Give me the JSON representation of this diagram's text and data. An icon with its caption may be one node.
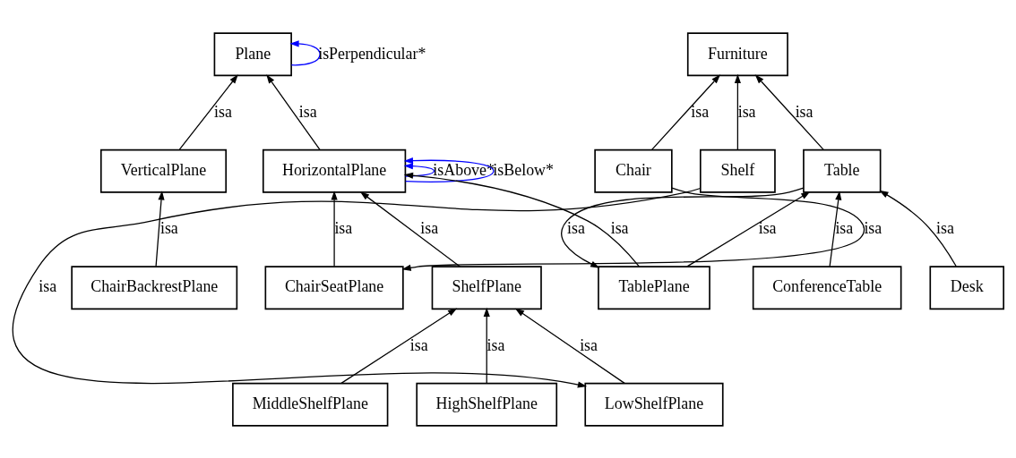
{
  "diagram": {
    "nodes": [
      {
        "text": [
          "Furniture"
        ]
      },
      {
        "text": [
          "Plane"
        ]
      },
      {
        "text": [
          "Shelf"
        ]
      },
      {
        "text": [
          "Table"
        ]
      },
      {
        "text": [
          "Chair"
        ]
      },
      {
        "text": [
          "HorizontalPlane"
        ]
      },
      {
        "text": [
          "VerticalPlane"
        ]
      },
      {
        "text": [
          "ConferenceTable"
        ]
      },
      {
        "text": [
          "Desk"
        ]
      },
      {
        "text": [
          "TablePlane"
        ]
      },
      {
        "text": [
          "ChairSeatPlane"
        ]
      },
      {
        "text": [
          "ShelfPlane"
        ]
      },
      {
        "text": [
          "ChairBackrestPlane"
        ]
      },
      {
        "text": [
          "LowShelfPlane"
        ]
      },
      {
        "text": [
          "MiddleShelfPlane"
        ]
      },
      {
        "text": [
          "HighShelfPlane"
        ]
      }
    ],
    "edges": [
      {
        "from": 2,
        "to": 0,
        "arrow": "to",
        "label": "isa"
      },
      {
        "from": 3,
        "to": 0,
        "arrow": "to",
        "label": "isa"
      },
      {
        "from": 4,
        "to": 0,
        "arrow": "to",
        "label": "isa"
      },
      {
        "from": 5,
        "to": 1,
        "arrow": "to",
        "label": "isa"
      },
      {
        "from": 6,
        "to": 1,
        "arrow": "to",
        "label": "isa"
      },
      {
        "from": 1,
        "to": 1,
        "arrow": "to",
        "label": "isPerpendicular*",
        "color": "#0000ff"
      },
      {
        "from": 5,
        "to": 5,
        "arrow": "to",
        "label": "isAbove*",
        "color": "#0000ff"
      },
      {
        "from": 5,
        "to": 5,
        "arrow": "to",
        "label": "isBelow*",
        "color": "#0000ff"
      },
      {
        "from": 7,
        "to": 3,
        "arrow": "to",
        "label": "isa"
      },
      {
        "from": 8,
        "to": 3,
        "arrow": "to",
        "label": "isa"
      },
      {
        "from": 9,
        "to": 3,
        "arrow": "to",
        "label": "isa"
      },
      {
        "from": 3,
        "to": 9,
        "arrow": "to",
        "label": "isa"
      },
      {
        "from": 4,
        "to": 10,
        "arrow": "to",
        "label": "isa"
      },
      {
        "from": 9,
        "to": 5,
        "arrow": "to",
        "label": "isa"
      },
      {
        "from": 10,
        "to": 5,
        "arrow": "to",
        "label": "isa"
      },
      {
        "from": 11,
        "to": 5,
        "arrow": "to",
        "label": "isa"
      },
      {
        "from": 12,
        "to": 6,
        "arrow": "to",
        "label": "isa"
      },
      {
        "from": 2,
        "to": 13,
        "arrow": "to",
        "label": "isa"
      },
      {
        "from": 13,
        "to": 11,
        "arrow": "to",
        "label": "isa"
      },
      {
        "from": 14,
        "to": 11,
        "arrow": "to",
        "label": "isa"
      },
      {
        "from": 15,
        "to": 11,
        "arrow": "to",
        "label": "isa"
      }
    ]
  }
}
